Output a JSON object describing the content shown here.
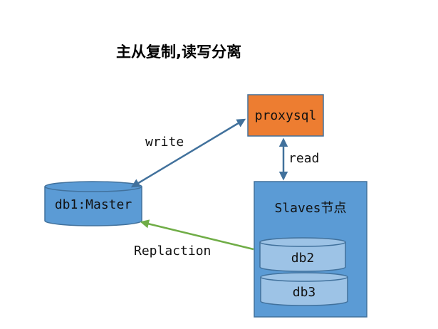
{
  "title": "主从复制,读写分离",
  "nodes": {
    "proxysql": {
      "label": "proxysql",
      "color": "#ED7D31"
    },
    "master": {
      "label": "db1:Master",
      "color": "#5B9BD5"
    },
    "slaves": {
      "label": "Slaves节点",
      "color": "#5B9BD5",
      "members": [
        {
          "label": "db2",
          "color": "#9DC3E6"
        },
        {
          "label": "db3",
          "color": "#9DC3E6"
        }
      ]
    }
  },
  "edges": {
    "write": {
      "label": "write",
      "color": "#41719C"
    },
    "read": {
      "label": "read",
      "color": "#41719C"
    },
    "replication": {
      "label": "Replaction",
      "color": "#70AD47"
    }
  }
}
